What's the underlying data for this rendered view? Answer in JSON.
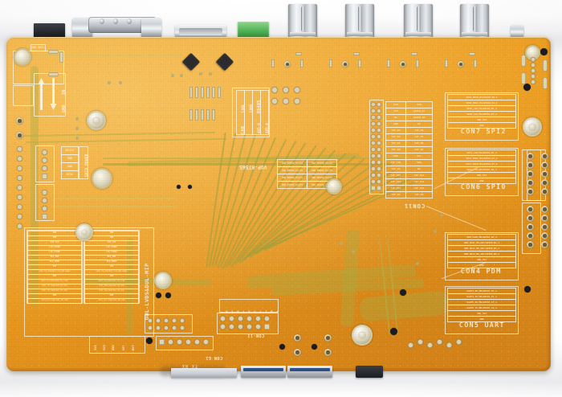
{
  "image": {
    "subject": "printed-circuit-board-photo",
    "view": "solder-side",
    "board_color": "#eb9a1e",
    "silkscreen_color": "#fff6e6",
    "trace_color": "#b7b24a"
  },
  "silkscreen": {
    "power_block": {
      "title": "SATA POWER",
      "pins": [
        "DC12V",
        "GND",
        "GND",
        "DC5C"
      ]
    },
    "battery_block": {
      "label": "GND BAT+",
      "arrow_labels": [
        "IN",
        "GND"
      ]
    },
    "can_block": {
      "title_can": "CAN",
      "title_rs485": "RS485",
      "pins": [
        "CANL",
        "CANH",
        "485-B",
        "485-A"
      ]
    },
    "vop_block": {
      "title": "VOP-RT565",
      "rows": [
        [
          "VOP_BT656_D7_M1",
          "VOP_BT656_D6_M1"
        ],
        [
          "VOP_BT656_D5_M1",
          "VOP_BT656_D4_M1"
        ],
        [
          "VOP_BT656_D3_M1",
          "VOP_BT656_D2_M1"
        ],
        [
          "VOP_BT656_D1_M1",
          "VOP_BT656_D0_M1"
        ]
      ]
    },
    "con11": {
      "title": "CON11",
      "rows": [
        [
          "5V0",
          "5V0"
        ],
        [
          "3V3",
          "GPIO4-A7"
        ],
        [
          "NC",
          "GPIO4-A0"
        ],
        [
          "GND",
          "NC"
        ],
        [
          "CIF_D3",
          "CIF_D4"
        ],
        [
          "CIF_D2",
          "CIF_D5"
        ],
        [
          "CIF_D1",
          "CIF_D6"
        ],
        [
          "CIF_D0",
          "CIF_D7"
        ],
        [
          "GND",
          "SCL"
        ],
        [
          "CIF_CLK",
          "SDA"
        ],
        [
          "CIF_VS",
          "NC"
        ],
        [
          "CIF_D15",
          "CIF_D14"
        ],
        [
          "CIF_D13",
          "CIF_D12"
        ],
        [
          "CIF_D11",
          "CIF_D10"
        ],
        [
          "CIF_D9",
          "CIF_D8"
        ]
      ]
    },
    "con7": {
      "title": "CON7 SPI2",
      "pins": [
        "SPI0_MISO_M1/GPIO2_D0_d",
        "SPI0_MOSI_M1/GPIO2_D1_d",
        "SPI0_CS0_M1/GPIO2_D2_d",
        "SPI0_CLK_M1/GPIO2_D3_d",
        "VDD_3V3",
        "GND"
      ]
    },
    "con6": {
      "title": "CON6 SPI0",
      "pins": [
        "SPI1_CS0_M1/GPIO2_D5_d",
        "SPI1_MOSI_M1/GPIO2_D4_d",
        "SPI1_MISO_M1/GPIO2_D7_d",
        "SPI1_CLK_M1/GPIO3_A0_d",
        "VDD_3V3",
        "GND"
      ]
    },
    "con4": {
      "title": "CON4 PDM",
      "pins": [
        "PDM_CLK0_M0/GPIO1_A0_d",
        "PDM_SDI1_M0_ADC/GPIO0_B2_d",
        "PDM_SDI2_M0_ADC/GPIO0_B5_d",
        "PDM_SDI3_M0_ADC/GPIO0_B0_d",
        "VDD_3V3",
        "GND"
      ]
    },
    "con5": {
      "title": "CON5 UART",
      "pins": [
        "UART4_RX_M0/GPIO3_C6_d",
        "UART4_TX_M0/GPIO2_C5_d",
        "UART5_RX_M0/GPIO3_C3_d",
        "UART5_TX_M0/GPIO3_C2_d",
        "VDD_3V3",
        "GND"
      ]
    },
    "lvds_block": {
      "title": "DUL-LVDS&DUL-MIP",
      "left_pins": [
        "GND",
        "GND",
        "3V3 LCD",
        "LCD_TCON1",
        "LCD_TCON0",
        "BLK_EN3",
        "BLK_PWM3",
        "3V3",
        "LVDS_TX1_D3N/MIPI_TX1_D3N_LANE3",
        "GND",
        "MIPI_TX1_D2N/LVDS_TX1_CLKN",
        "MIPI_TX1_D1N/LVDS_TX1_D2N",
        "MIPI_TX1_D0N/LVDS_TX1_D1N",
        "GND",
        "MIPI_TX1_CLKN/LVDS_TX1_D0N",
        "GND"
      ],
      "right_pins": [
        "GND",
        "GND",
        "3V3 LCD",
        "LCD_TCON3",
        "LCD_TCON2",
        "BLK_EN2",
        "BLK_PWM2",
        "3V3",
        "LVDS_TX0_D3N/MIPI_TX0_D3N_LANE3",
        "GND",
        "MIPI_TX0_D2N/LVDS_TX0_CLKN",
        "MIPI_TX0_D1N/LVDS_TX0_D2N",
        "MIPI_TX0_D0N/LVDS_TX0_D1N",
        "GND",
        "MIPI_TX0_CLKN/LVDS_TX0_D0N",
        "GND"
      ]
    },
    "bottom_headers": {
      "con11_bottom": "CON-11",
      "con_g1": "CON G1",
      "pin_labels": [
        "3V3",
        "3V3",
        "GND",
        "KEY",
        "RST",
        "GND"
      ],
      "top_pin_labels": [
        "R",
        "C",
        "D",
        "T",
        "X",
        "V",
        "Y",
        "I",
        "B",
        "P",
        "D"
      ],
      "tx_rx": "TX RX"
    }
  },
  "connectors": {
    "top": [
      {
        "name": "ethernet-rj45-port",
        "type": "blkcon"
      },
      {
        "name": "vga-db15-port",
        "type": "dsub"
      },
      {
        "name": "hdmi-port",
        "type": "hdmi"
      },
      {
        "name": "terminal-block-green",
        "type": "grncon"
      },
      {
        "name": "bnc-video-1",
        "type": "bnc"
      },
      {
        "name": "bnc-video-2",
        "type": "bnc"
      },
      {
        "name": "bnc-video-3",
        "type": "bnc"
      },
      {
        "name": "bnc-video-4",
        "type": "bnc"
      }
    ],
    "bottom": [
      {
        "name": "usb-port-a",
        "type": "usb"
      },
      {
        "name": "usb-port-b",
        "type": "usb"
      },
      {
        "name": "audio-jack",
        "type": "audio"
      }
    ]
  }
}
